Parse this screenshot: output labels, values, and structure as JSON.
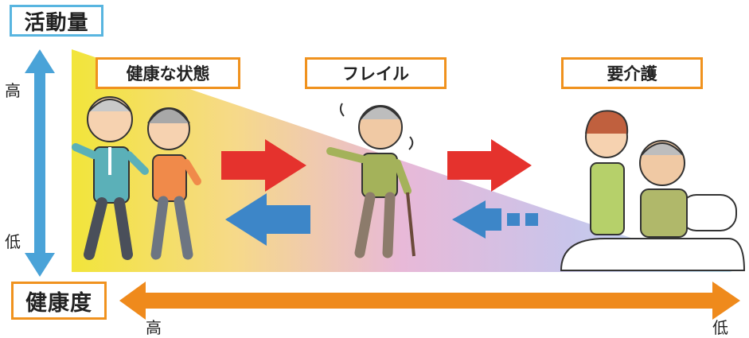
{
  "y_axis": {
    "title": "活動量",
    "high_label": "高",
    "low_label": "低"
  },
  "x_axis": {
    "title": "健康度",
    "high_label": "高",
    "low_label": "低"
  },
  "stages": [
    {
      "label": "健康な状態"
    },
    {
      "label": "フレイル"
    },
    {
      "label": "要介護"
    }
  ],
  "colors": {
    "y_axis_arrow": "#4aa3d8",
    "x_axis_arrow": "#ef8a1c",
    "forward_arrow": "#e5322d",
    "backward_arrow": "#3d86c8",
    "box_border": "#f0921e"
  }
}
